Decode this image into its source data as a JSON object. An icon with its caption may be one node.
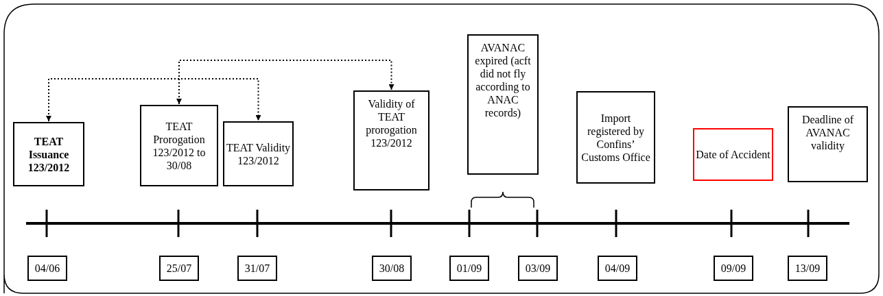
{
  "diagram": {
    "nodes": [
      {
        "text": [
          "TEAT Issuance 123/2012"
        ]
      },
      {
        "text": [
          "TEAT Prorogation 123/2012 to 30/08"
        ]
      },
      {
        "text": [
          "TEAT Validity 123/2012"
        ]
      },
      {
        "text": [
          "Validity of TEAT prorogation 123/2012"
        ]
      },
      {
        "text": [
          "AVANAC expired (acft did not fly according to ANAC records)"
        ]
      },
      {
        "text": [
          "Import registered by Confins’ Customs Office"
        ]
      },
      {
        "text": [
          "Date of Accident"
        ]
      },
      {
        "text": [
          "Deadline of AVANAC validity"
        ]
      },
      {
        "text": [
          "04/06"
        ]
      },
      {
        "text": [
          "25/07"
        ]
      },
      {
        "text": [
          "31/07"
        ]
      },
      {
        "text": [
          "30/08"
        ]
      },
      {
        "text": [
          "01/09"
        ]
      },
      {
        "text": [
          "03/09"
        ]
      },
      {
        "text": [
          "04/09"
        ]
      },
      {
        "text": [
          "09/09"
        ]
      },
      {
        "text": [
          "13/09"
        ]
      }
    ],
    "edges": [
      {
        "from": 0,
        "to": 2,
        "arrow": "both",
        "style": "dashed"
      },
      {
        "from": 1,
        "to": 3,
        "arrow": "both",
        "style": "dashed"
      }
    ]
  }
}
